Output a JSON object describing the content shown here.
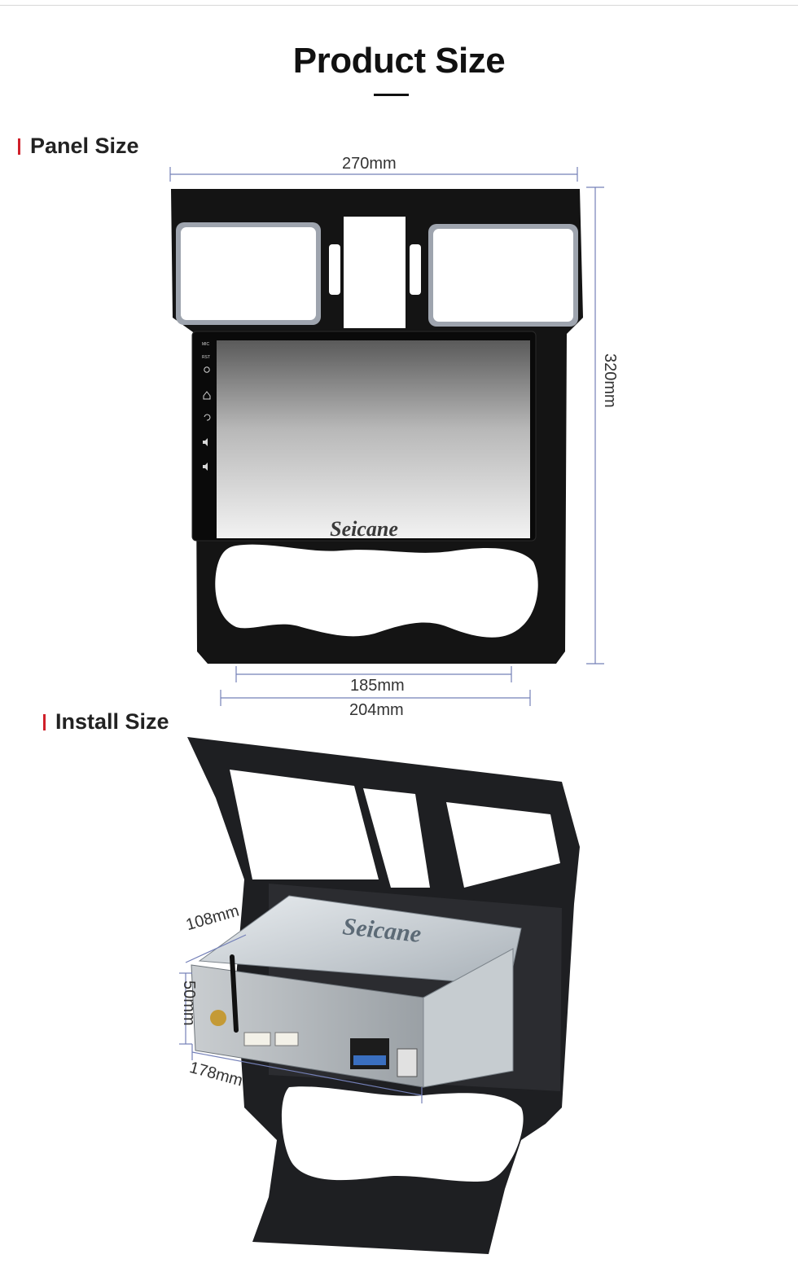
{
  "page": {
    "title": "Product Size"
  },
  "panel_section": {
    "label": "Panel Size",
    "dimensions": {
      "width": "270mm",
      "height": "320mm",
      "screen_width": "185mm",
      "frame_width": "204mm"
    },
    "brand_text": "Seicane",
    "side_button_labels": [
      "MIC",
      "RST"
    ]
  },
  "install_section": {
    "label": "Install Size",
    "dimensions": {
      "depth": "108mm",
      "height": "50mm",
      "width": "178mm"
    },
    "brand_text": "Seicane"
  },
  "colors": {
    "accent_marker": "#d0202a",
    "dimension_line": "#7480b8",
    "panel_body": "#141414"
  }
}
